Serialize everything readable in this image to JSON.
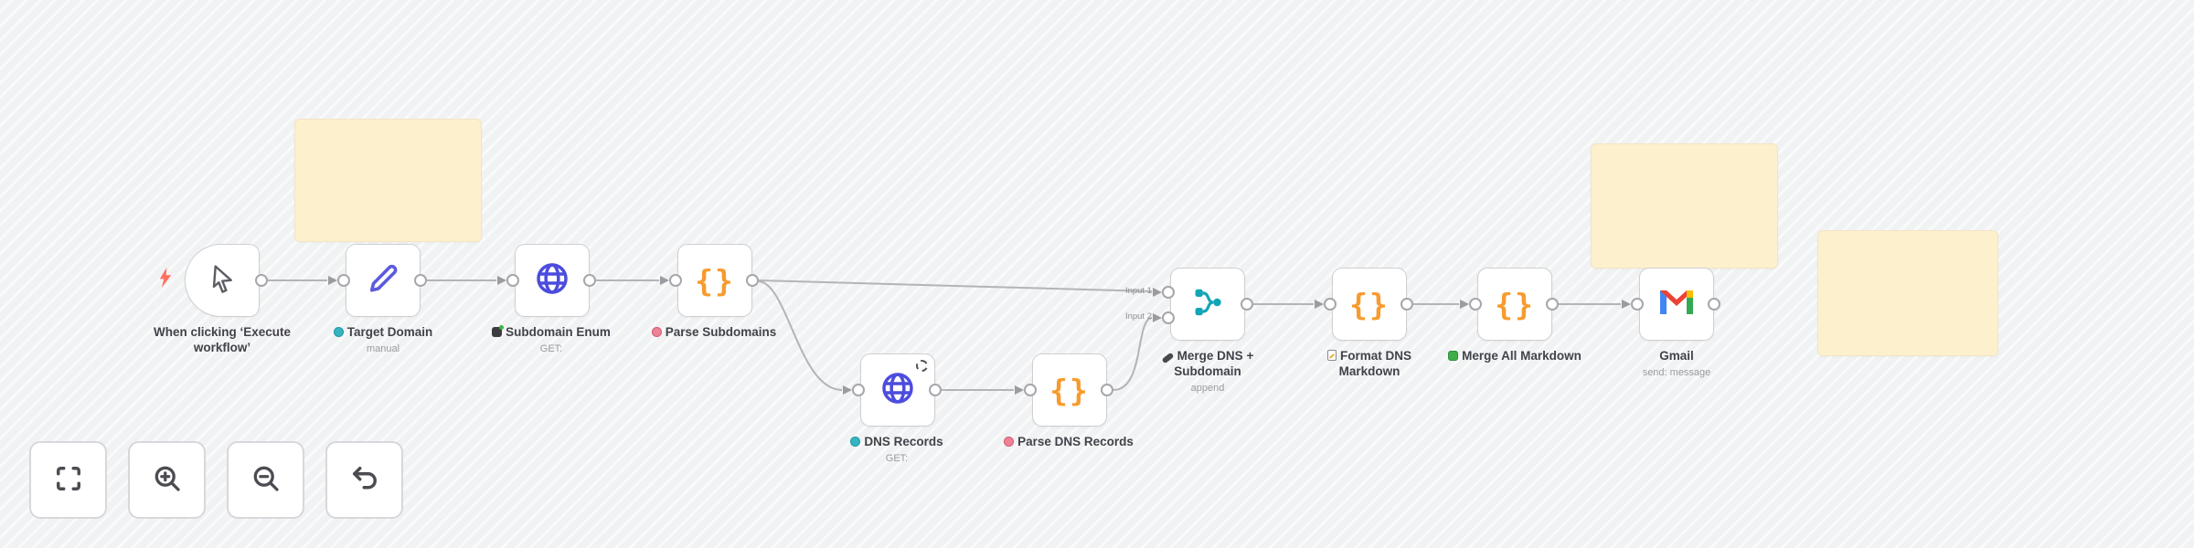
{
  "workflow": {
    "nodes": [
      {
        "name": "manual-trigger",
        "label_line1": "When clicking ‘Execute",
        "label_line2": "workflow’",
        "icon": "cursor-icon"
      },
      {
        "name": "target-domain",
        "label": "Target Domain",
        "subtitle": "manual",
        "icon": "pencil-icon",
        "label_dot": "teal-dot-icon"
      },
      {
        "name": "subdomain-enum",
        "label": "Subdomain Enum",
        "subtitle": "GET:",
        "icon": "globe-icon",
        "label_prefix_icon": "spy-icon"
      },
      {
        "name": "parse-subdomains",
        "label": "Parse Subdomains",
        "icon": "code-braces-icon",
        "label_dot": "pink-dot-icon"
      },
      {
        "name": "dns-records",
        "label": "DNS Records",
        "subtitle": "GET:",
        "icon": "globe-icon",
        "label_dot": "teal-dot-icon",
        "badge": "loop-badge-icon"
      },
      {
        "name": "parse-dns-records",
        "label": "Parse DNS Records",
        "icon": "code-braces-icon",
        "label_dot": "pink-dot-icon"
      },
      {
        "name": "merge-dns-subdomain",
        "label_line1": "Merge DNS +",
        "label_line2": "Subdomain",
        "subtitle": "append",
        "icon": "merge-branches-icon",
        "label_prefix_icon": "link-icon"
      },
      {
        "name": "format-dns-markdown",
        "label_line1": "Format DNS",
        "label_line2": "Markdown",
        "icon": "code-braces-icon",
        "label_prefix_icon": "memo-icon"
      },
      {
        "name": "merge-all-markdown",
        "label": "Merge All Markdown",
        "icon": "code-braces-icon",
        "label_prefix_icon": "puzzle-icon"
      },
      {
        "name": "gmail",
        "label": "Gmail",
        "subtitle": "send: message",
        "icon": "gmail-icon"
      }
    ],
    "merge_input_labels": {
      "input1": "Input 1",
      "input2": "Input 2"
    },
    "braces_glyph": "{}"
  },
  "controls": {
    "items": [
      "fit-view-icon",
      "zoom-in-icon",
      "zoom-out-icon",
      "undo-icon"
    ]
  },
  "colors": {
    "canvas": "#f2f3f4",
    "sticky_note": "#fdf0cd",
    "node_border": "#cfcfd4",
    "connection": "#b4b4b8",
    "accent_orange": "#f79b2e",
    "accent_indigo": "#4c4cdd",
    "accent_teal": "#12a5b5",
    "spark_red": "#ff6f5e",
    "gmail_red": "#EA4335",
    "gmail_blue": "#4285F4",
    "gmail_green": "#34A853",
    "gmail_yellow": "#FBBC04"
  }
}
